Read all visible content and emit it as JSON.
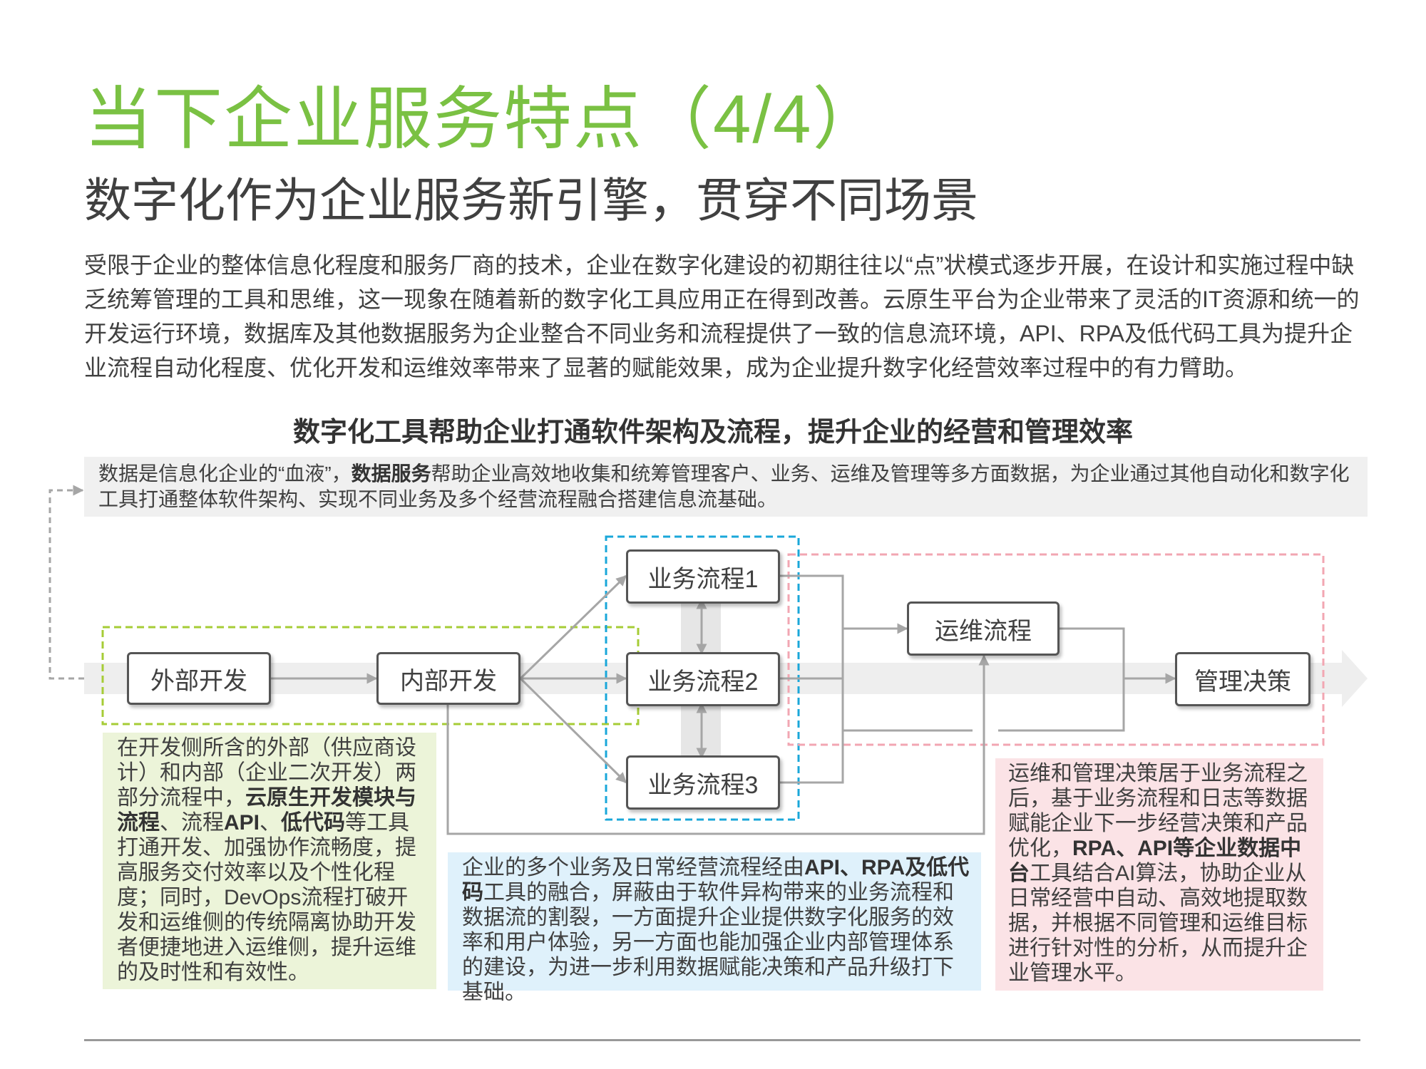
{
  "header": {
    "title": "当下企业服务特点（4/4）",
    "subtitle": "数字化作为企业服务新引擎，贯穿不同场景"
  },
  "intro": "受限于企业的整体信息化程度和服务厂商的技术，企业在数字化建设的初期往往以“点”状模式逐步开展，在设计和实施过程中缺乏统筹管理的工具和思维，这一现象在随着新的数字化工具应用正在得到改善。云原生平台为企业带来了灵活的IT资源和统一的开发运行环境，数据库及其他数据服务为企业整合不同业务和流程提供了一致的信息流环境，API、RPA及低代码工具为提升企业流程自动化程度、优化开发和运维效率带来了显著的赋能效果，成为企业提升数字化经营效率过程中的有力臂助。",
  "diagram": {
    "title": "数字化工具帮助企业打通软件架构及流程，提升企业的经营和管理效率",
    "data_band": {
      "part1": "数据是信息化企业的“血液”，",
      "bold": "数据服务",
      "part2": "帮助企业高效地收集和统筹管理客户、业务、运维及管理等多方面数据，为企业通过其他自动化和数字化工具打通整体软件架构、实现不同业务及多个经营流程融合搭建信息流基础。"
    },
    "nodes": {
      "external_dev": "外部开发",
      "internal_dev": "内部开发",
      "process1": "业务流程1",
      "process2": "业务流程2",
      "process3": "业务流程3",
      "ops_flow": "运维流程",
      "mgmt_decision": "管理决策"
    },
    "note_green": {
      "t1": "在开发侧所含的外部（供应商设计）和内部（企业二次开发）两部分流程中，",
      "b1": "云原生开发模块与流程",
      "t2": "、流程",
      "b2": "API",
      "t3": "、",
      "b3": "低代码",
      "t4": "等工具打通开发、加强协作流畅度，提高服务交付效率以及个性化程度；同时，DevOps流程打破开发和运维侧的传统隔离协助开发者便捷地进入运维侧，提升运维的及时性和有效性。"
    },
    "note_blue": {
      "t1": "企业的多个业务及日常经营流程经由",
      "b1": "API、RPA及低代码",
      "t2": "工具的融合，屏蔽由于软件异构带来的业务流程和数据流的割裂，一方面提升企业提供数字化服务的效率和用户体验，另一方面也能加强企业内部管理体系的建设，为进一步利用数据赋能决策和产品升级打下基础。"
    },
    "note_pink": {
      "t1": "运维和管理决策居于业务流程之后，基于业务流程和日志等数据赋能企业下一步经营决策和产品优化，",
      "b1": "RPA、API等企业数据中台",
      "t2": "工具结合AI算法，协助企业从日常经营中自动、高效地提取数据，并根据不同管理和运维目标进行针对性的分析，从而提升企业管理水平。"
    }
  },
  "colors": {
    "title_green": "#7ac143",
    "green_dash": "#a6cc36",
    "blue_dash": "#1aa7d9",
    "pink_dash": "#f2a6b2",
    "green_bg": "#ecf4d9",
    "blue_bg": "#dff1fb",
    "pink_bg": "#fbe3e6",
    "band_grey": "#f0f0f0",
    "connector_grey": "#a6a6a6"
  }
}
